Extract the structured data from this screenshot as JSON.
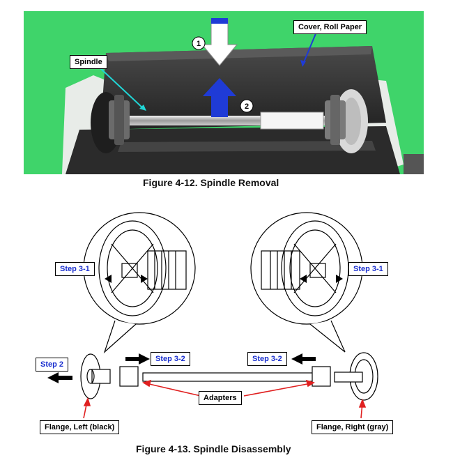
{
  "fig1": {
    "caption": "Figure 4-12. Spindle Removal",
    "label_cover": "Cover, Roll Paper",
    "label_spindle": "Spindle",
    "marker_1": "1",
    "marker_2": "2"
  },
  "fig2": {
    "caption": "Figure 4-13. Spindle Disassembly",
    "step_3_1_left": "Step 3-1",
    "step_3_1_right": "Step 3-1",
    "step_2": "Step 2",
    "step_3_2_left": "Step 3-2",
    "step_3_2_right": "Step 3-2",
    "adapters": "Adapters",
    "flange_left": "Flange, Left (black)",
    "flange_right": "Flange, Right (gray)"
  },
  "colors": {
    "photo_bg": "#3fd46a",
    "step_label_text": "#1a2fcf",
    "arrow_blue": "#1f3bd6",
    "pointer_red": "#e02020",
    "pointer_cyan": "#20d6d6"
  }
}
